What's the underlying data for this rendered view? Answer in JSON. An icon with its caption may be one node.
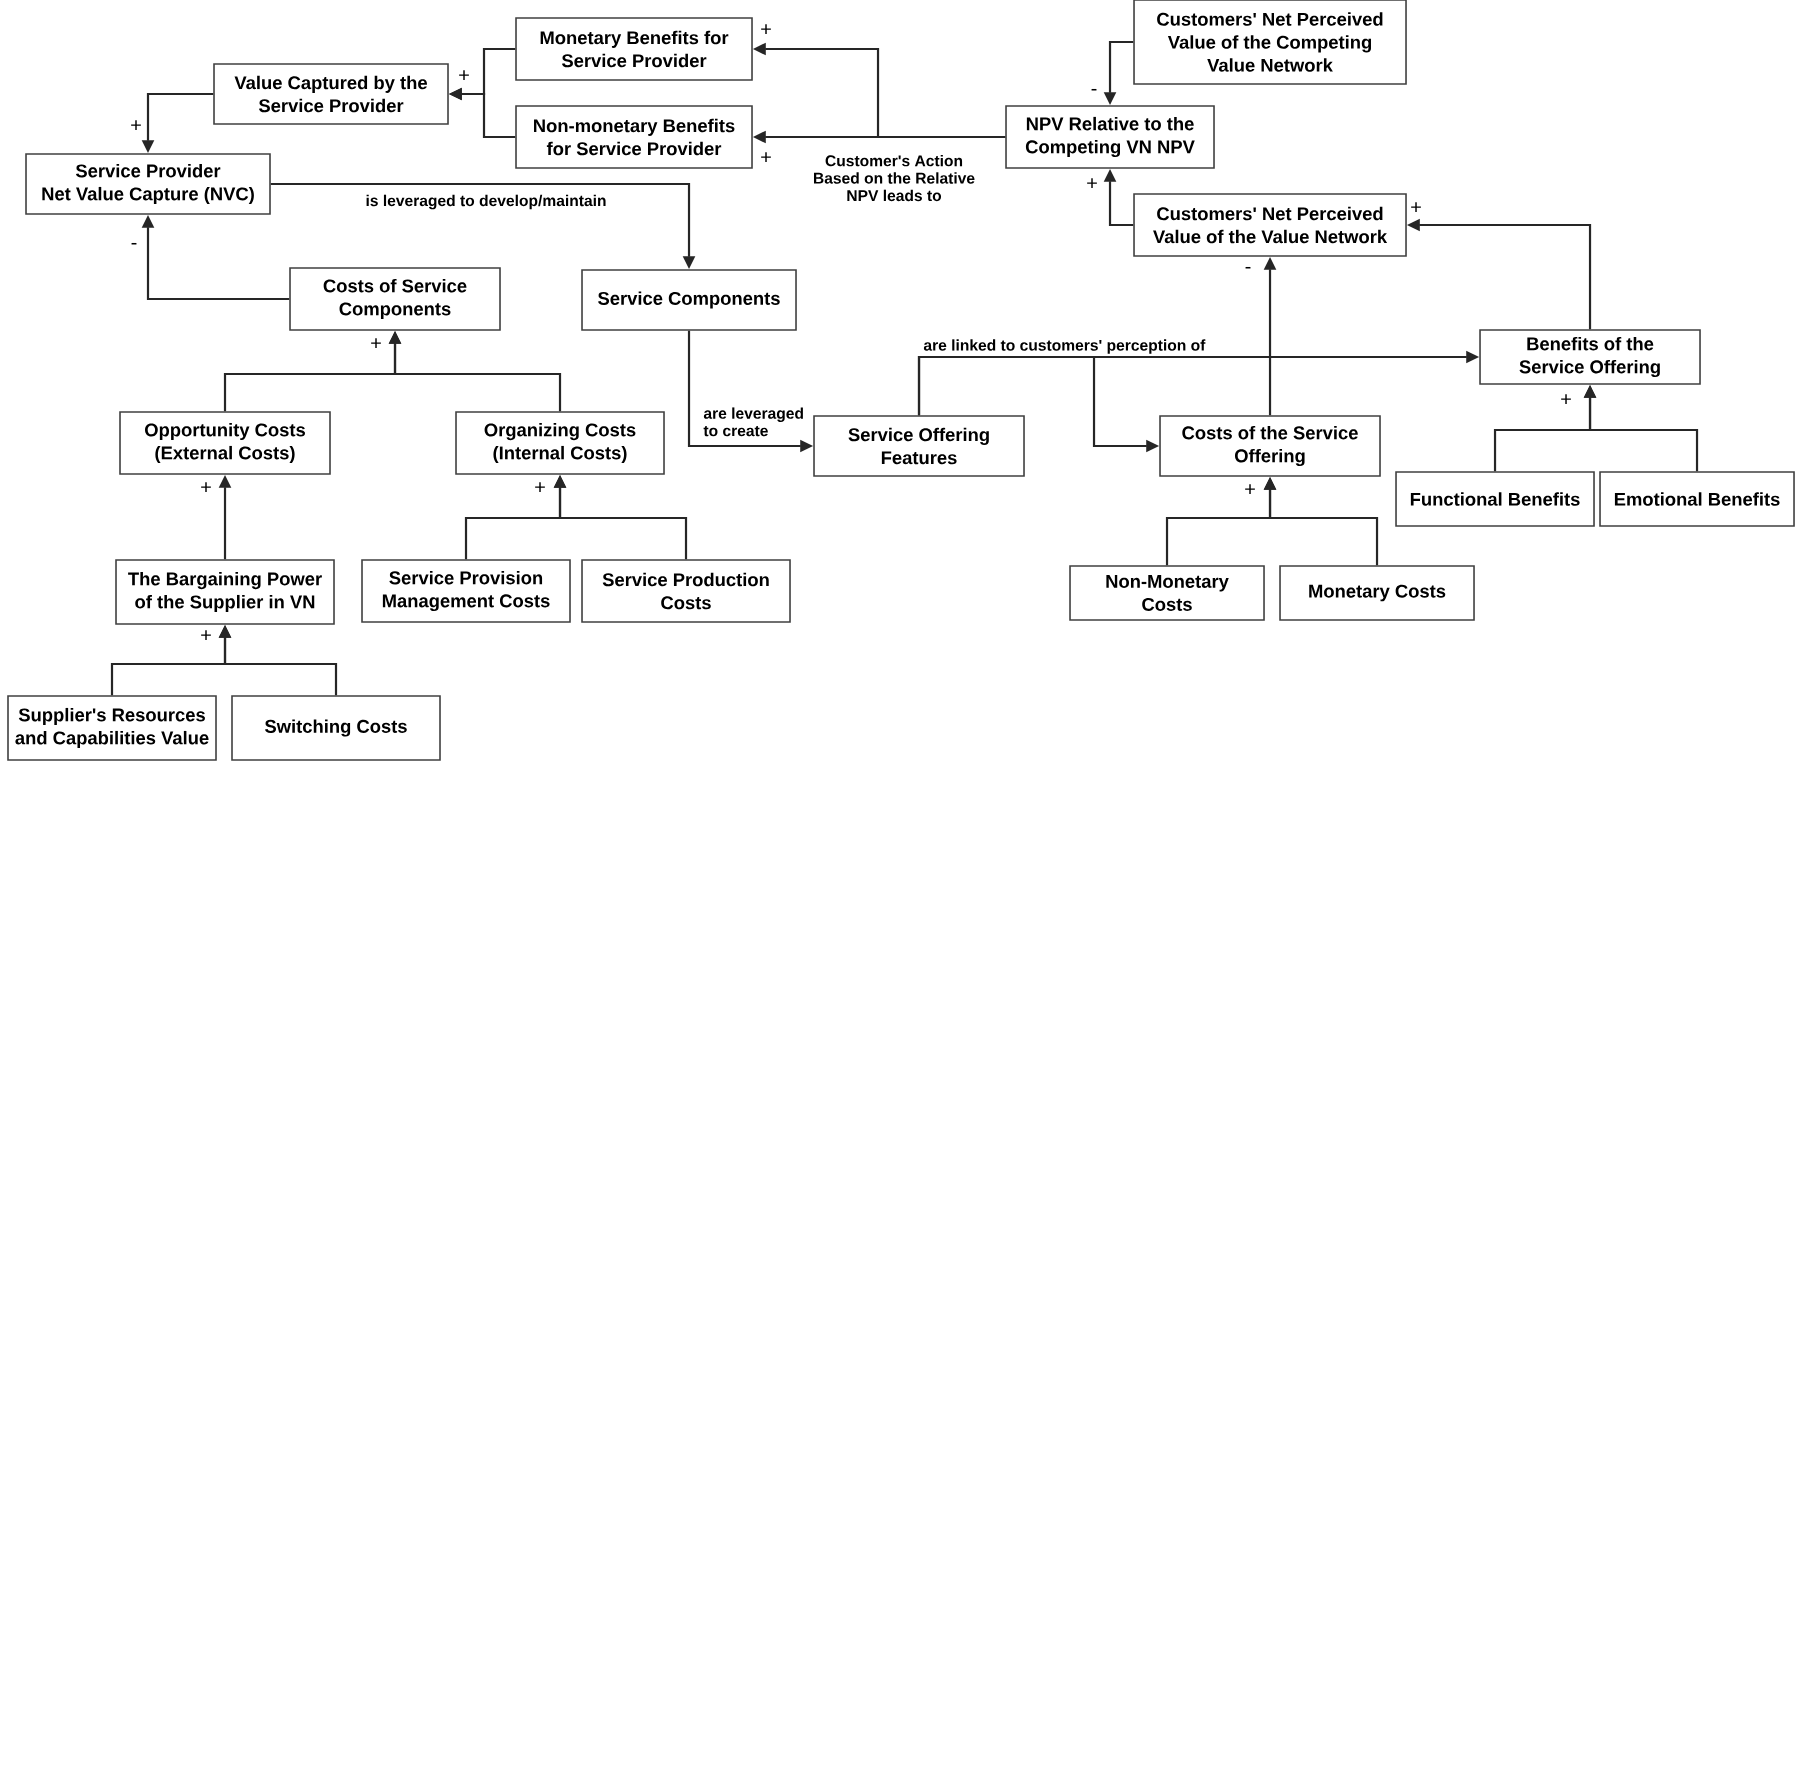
{
  "diagram": {
    "nodes": [
      {
        "text": [
          "Monetary Benefits for Service Provider"
        ]
      },
      {
        "text": [
          "Customers' Net Perceived Value of the Competing Value Network"
        ]
      },
      {
        "text": [
          "Value Captured by the Service Provider"
        ]
      },
      {
        "text": [
          "Non-monetary Benefits for Service Provider"
        ]
      },
      {
        "text": [
          "NPV Relative to the Competing VN NPV"
        ]
      },
      {
        "text": [
          "Service Provider Net Value Capture (NVC)"
        ]
      },
      {
        "text": [
          "Customers' Net Perceived Value of the Value Network"
        ]
      },
      {
        "text": [
          "Costs of Service Components"
        ]
      },
      {
        "text": [
          "Service Components"
        ]
      },
      {
        "text": [
          "Benefits of the Service Offering"
        ]
      },
      {
        "text": [
          "Opportunity Costs (External Costs)"
        ]
      },
      {
        "text": [
          "Organizing Costs (Internal Costs)"
        ]
      },
      {
        "text": [
          "Service Offering Features"
        ]
      },
      {
        "text": [
          "Costs of the Service Offering"
        ]
      },
      {
        "text": [
          "Functional Benefits"
        ]
      },
      {
        "text": [
          "Emotional Benefits"
        ]
      },
      {
        "text": [
          "The Bargaining Power of the Supplier in VN"
        ]
      },
      {
        "text": [
          "Service Provision Management Costs"
        ]
      },
      {
        "text": [
          "Service Production Costs"
        ]
      },
      {
        "text": [
          "Non-Monetary Costs"
        ]
      },
      {
        "text": [
          "Monetary Costs"
        ]
      },
      {
        "text": [
          "Supplier's Resources and Capabilities Value"
        ]
      },
      {
        "text": [
          "Switching Costs"
        ]
      }
    ],
    "edges": [
      {
        "from": 4,
        "to": 0,
        "arrow": "to"
      },
      {
        "from": 4,
        "to": 3,
        "arrow": "to",
        "label": "Customer's Action Based on the Relative NPV leads to"
      },
      {
        "from": 0,
        "to": 2,
        "arrow": "to"
      },
      {
        "from": 3,
        "to": 2,
        "arrow": "to"
      },
      {
        "from": 1,
        "to": 4,
        "arrow": "to"
      },
      {
        "from": 6,
        "to": 4,
        "arrow": "to"
      },
      {
        "from": 2,
        "to": 5,
        "arrow": "to"
      },
      {
        "from": 5,
        "to": 8,
        "arrow": "to",
        "label": "is leveraged to develop/maintain"
      },
      {
        "from": 7,
        "to": 5,
        "arrow": "to"
      },
      {
        "from": 10,
        "to": 7,
        "arrow": "to"
      },
      {
        "from": 11,
        "to": 7,
        "arrow": "to"
      },
      {
        "from": 8,
        "to": 12,
        "arrow": "to",
        "label": "are leveraged to create"
      },
      {
        "from": 12,
        "to": 9,
        "arrow": "to",
        "label": "are linked to customers' perception of"
      },
      {
        "from": 12,
        "to": 13,
        "arrow": "to"
      },
      {
        "from": 13,
        "to": 6,
        "arrow": "to"
      },
      {
        "from": 9,
        "to": 6,
        "arrow": "to"
      },
      {
        "from": 16,
        "to": 10,
        "arrow": "to"
      },
      {
        "from": 17,
        "to": 11,
        "arrow": "to"
      },
      {
        "from": 18,
        "to": 11,
        "arrow": "to"
      },
      {
        "from": 14,
        "to": 9,
        "arrow": "to"
      },
      {
        "from": 15,
        "to": 9,
        "arrow": "to"
      },
      {
        "from": 19,
        "to": 13,
        "arrow": "to"
      },
      {
        "from": 20,
        "to": 13,
        "arrow": "to"
      },
      {
        "from": 21,
        "to": 16,
        "arrow": "to"
      },
      {
        "from": 22,
        "to": 16,
        "arrow": "to"
      }
    ],
    "labels": [
      "+",
      "+",
      "-",
      "+",
      "+",
      "+",
      "+",
      "-",
      "-",
      "+",
      "+",
      "+",
      "+",
      "+",
      "+"
    ]
  }
}
